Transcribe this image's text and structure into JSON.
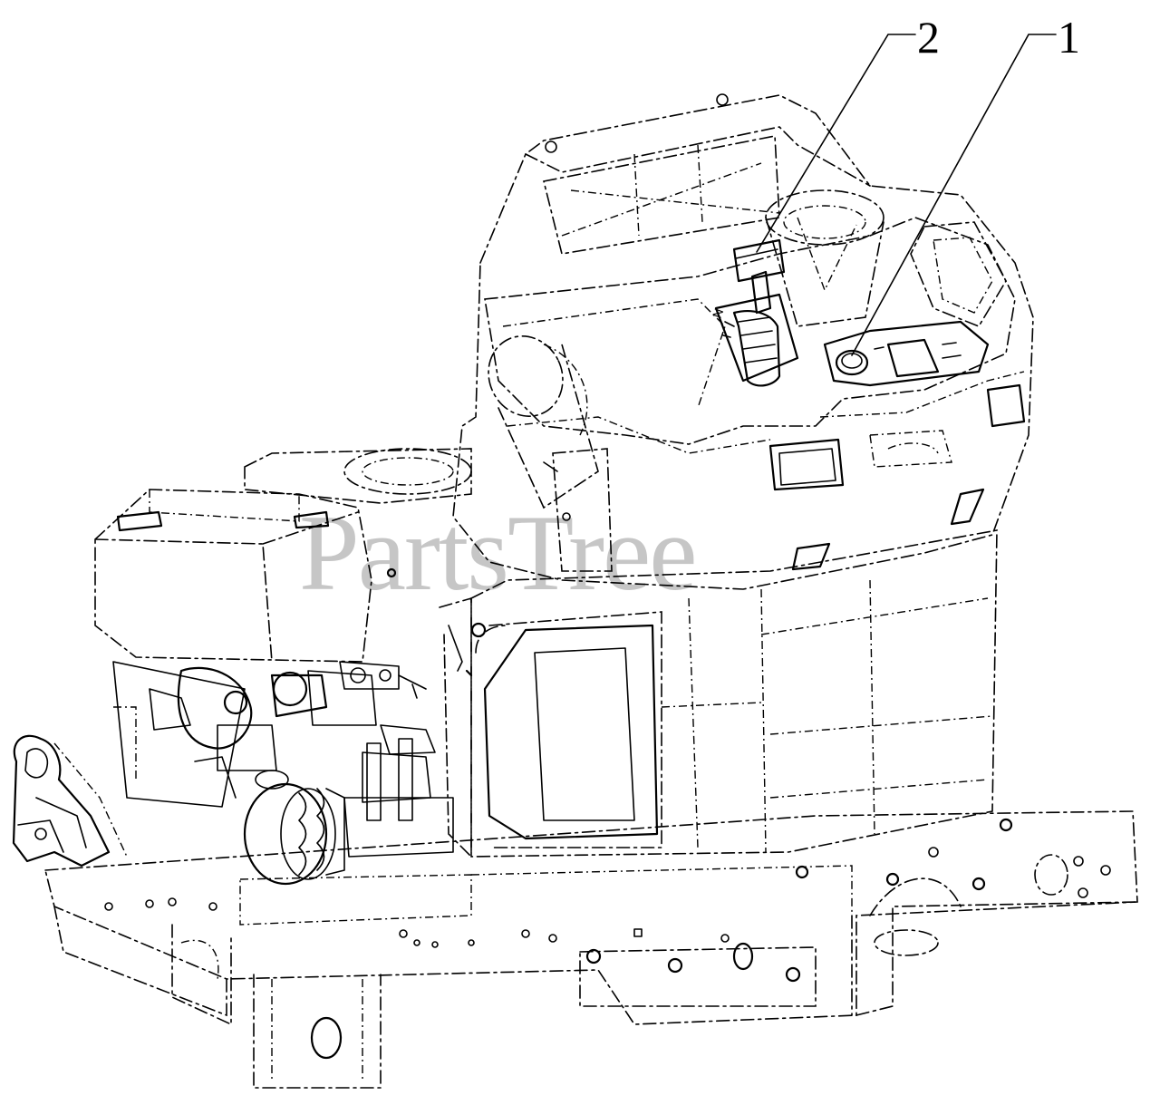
{
  "callouts": [
    {
      "label": "2"
    },
    {
      "label": "1"
    }
  ],
  "watermark": "PartsTree"
}
